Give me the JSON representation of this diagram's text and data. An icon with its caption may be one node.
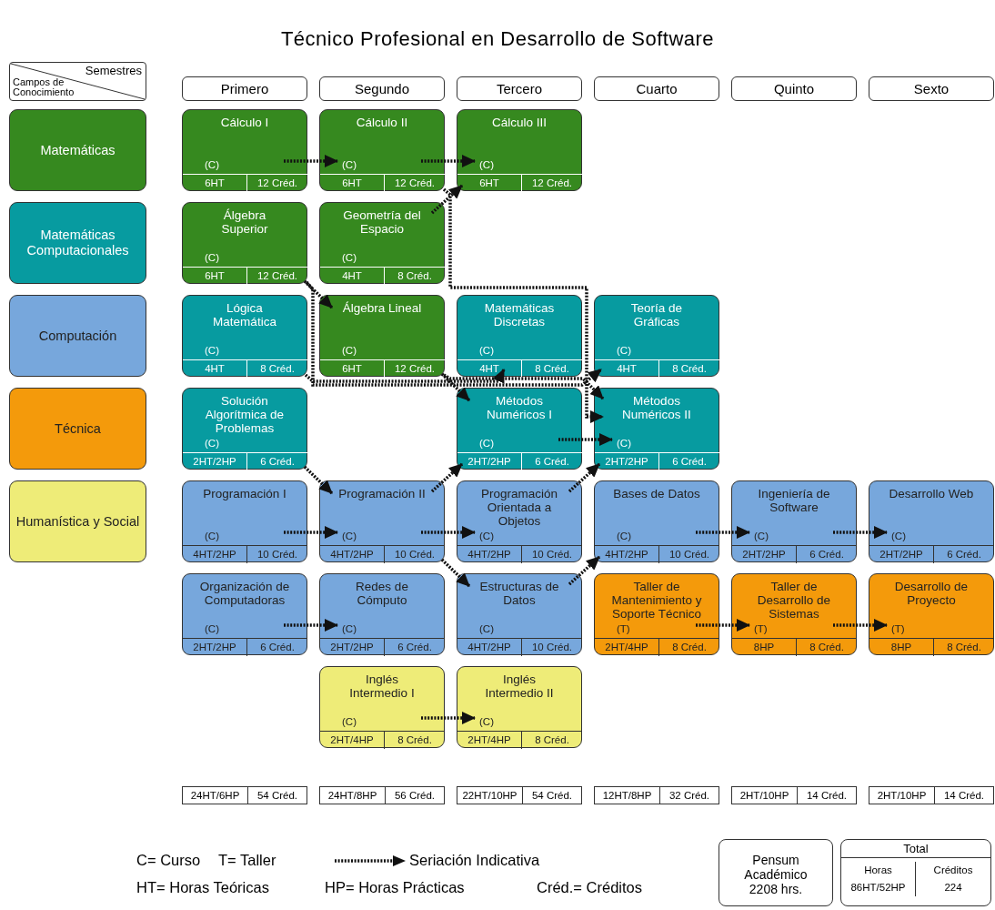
{
  "diagram": {
    "title": "Técnico Profesional en Desarrollo de Software",
    "nodes": [
      {
        "text": [
          "Semestres",
          "Campos de Conocimiento"
        ]
      },
      {
        "text": [
          "Primero"
        ]
      },
      {
        "text": [
          "Segundo"
        ]
      },
      {
        "text": [
          "Tercero"
        ]
      },
      {
        "text": [
          "Cuarto"
        ]
      },
      {
        "text": [
          "Quinto"
        ]
      },
      {
        "text": [
          "Sexto"
        ]
      },
      {
        "text": [
          "Cálculo I",
          "(C)",
          "6HT",
          "12 Créd."
        ]
      },
      {
        "text": [
          "Cálculo II",
          "(C)",
          "6HT",
          "12 Créd."
        ]
      },
      {
        "text": [
          "Cálculo III",
          "(C)",
          "6HT",
          "12 Créd."
        ]
      },
      {
        "text": [
          "Álgebra Superior",
          "(C)",
          "6HT",
          "12 Créd."
        ]
      },
      {
        "text": [
          "Geometría del Espacio",
          "(C)",
          "4HT",
          "8 Créd."
        ]
      },
      {
        "text": [
          "Lógica Matemática",
          "(C)",
          "4HT",
          "8 Créd."
        ]
      },
      {
        "text": [
          "Álgebra Lineal",
          "(C)",
          "6HT",
          "12 Créd."
        ]
      },
      {
        "text": [
          "Matemáticas Discretas",
          "(C)",
          "4HT",
          "8 Créd."
        ]
      },
      {
        "text": [
          "Teoría de Gráficas",
          "(C)",
          "4HT",
          "8 Créd."
        ]
      },
      {
        "text": [
          "Solución Algorítmica de Problemas",
          "(C)",
          "2HT/2HP",
          "6 Créd."
        ]
      },
      {
        "text": [
          "Métodos Numéricos I",
          "(C)",
          "2HT/2HP",
          "6 Créd."
        ]
      },
      {
        "text": [
          "Métodos Numéricos II",
          "(C)",
          "2HT/2HP",
          "6 Créd."
        ]
      },
      {
        "text": [
          "Programación I",
          "(C)",
          "4HT/2HP",
          "10 Créd."
        ]
      },
      {
        "text": [
          "Programación II",
          "(C)",
          "4HT/2HP",
          "10 Créd."
        ]
      },
      {
        "text": [
          "Programación Orientada a Objetos",
          "(C)",
          "4HT/2HP",
          "10 Créd."
        ]
      },
      {
        "text": [
          "Bases de Datos",
          "(C)",
          "4HT/2HP",
          "10 Créd."
        ]
      },
      {
        "text": [
          "Ingeniería de Software",
          "(C)",
          "2HT/2HP",
          "6 Créd."
        ]
      },
      {
        "text": [
          "Desarrollo Web",
          "(C)",
          "2HT/2HP",
          "6 Créd."
        ]
      },
      {
        "text": [
          "Organización de Computadoras",
          "(C)",
          "2HT/2HP",
          "6 Créd."
        ]
      },
      {
        "text": [
          "Redes de Cómputo",
          "(C)",
          "2HT/2HP",
          "6 Créd."
        ]
      },
      {
        "text": [
          "Estructuras de Datos",
          "(C)",
          "4HT/2HP",
          "10 Créd."
        ]
      },
      {
        "text": [
          "Taller de Mantenimiento y Soporte Técnico",
          "(T)",
          "2HT/4HP",
          "8 Créd."
        ]
      },
      {
        "text": [
          "Taller de Desarrollo de Sistemas",
          "(T)",
          "8HP",
          "8 Créd."
        ]
      },
      {
        "text": [
          "Desarrollo de Proyecto",
          "(T)",
          "8HP",
          "8 Créd."
        ]
      },
      {
        "text": [
          "Inglés Intermedio I",
          "(C)",
          "2HT/4HP",
          "8 Créd."
        ]
      },
      {
        "text": [
          "Inglés Intermedio II",
          "(C)",
          "2HT/4HP",
          "8 Créd."
        ]
      },
      {
        "text": [
          "24HT/6HP",
          "54 Créd."
        ]
      },
      {
        "text": [
          "24HT/8HP",
          "56 Créd."
        ]
      },
      {
        "text": [
          "22HT/10HP",
          "54 Créd."
        ]
      },
      {
        "text": [
          "12HT/8HP",
          "32 Créd."
        ]
      },
      {
        "text": [
          "2HT/10HP",
          "14 Créd."
        ]
      },
      {
        "text": [
          "2HT/10HP",
          "14 Créd."
        ]
      },
      {
        "text": [
          "Pensum Académico 2208 hrs."
        ]
      },
      {
        "text": [
          "Total",
          "Horas",
          "86HT/52HP",
          "Créditos",
          "224"
        ]
      }
    ],
    "edges": [
      {
        "from": 7,
        "to": 8,
        "arrow": "to"
      },
      {
        "from": 8,
        "to": 9,
        "arrow": "to"
      },
      {
        "from": 11,
        "to": 9,
        "arrow": "to"
      },
      {
        "from": 10,
        "to": 13,
        "arrow": "to"
      },
      {
        "from": 12,
        "to": 14,
        "arrow": "to"
      },
      {
        "from": 10,
        "to": 15,
        "arrow": "to"
      },
      {
        "from": 13,
        "to": 17,
        "arrow": "to"
      },
      {
        "from": 13,
        "to": 18,
        "arrow": "to"
      },
      {
        "from": 8,
        "to": 18,
        "arrow": "to"
      },
      {
        "from": 17,
        "to": 18,
        "arrow": "to"
      },
      {
        "from": 16,
        "to": 20,
        "arrow": "to"
      },
      {
        "from": 19,
        "to": 20,
        "arrow": "to"
      },
      {
        "from": 20,
        "to": 21,
        "arrow": "to"
      },
      {
        "from": 20,
        "to": 17,
        "arrow": "to"
      },
      {
        "from": 20,
        "to": 27,
        "arrow": "to"
      },
      {
        "from": 21,
        "to": 18,
        "arrow": "to"
      },
      {
        "from": 27,
        "to": 22,
        "arrow": "to"
      },
      {
        "from": 22,
        "to": 23,
        "arrow": "to"
      },
      {
        "from": 23,
        "to": 24,
        "arrow": "to"
      },
      {
        "from": 25,
        "to": 26,
        "arrow": "to"
      },
      {
        "from": 28,
        "to": 29,
        "arrow": "to"
      },
      {
        "from": 29,
        "to": 30,
        "arrow": "to"
      },
      {
        "from": 31,
        "to": 32,
        "arrow": "to"
      }
    ],
    "labels": [
      "C= Curso",
      "T= Taller",
      "HT= Horas Teóricas",
      "HP= Horas Prácticas",
      "Créd.= Créditos"
    ],
    "legend": [
      {
        "text": "Matemáticas",
        "color": "#36891f"
      },
      {
        "text": "Matemáticas Computacionales",
        "color": "#079ba0"
      },
      {
        "text": "Computación",
        "color": "#77a7dc"
      },
      {
        "text": "Técnica",
        "color": "#f49a0b"
      },
      {
        "text": "Humanística y Social",
        "color": "#eeec78"
      },
      {
        "text": "Seriación Indicativa"
      }
    ]
  }
}
